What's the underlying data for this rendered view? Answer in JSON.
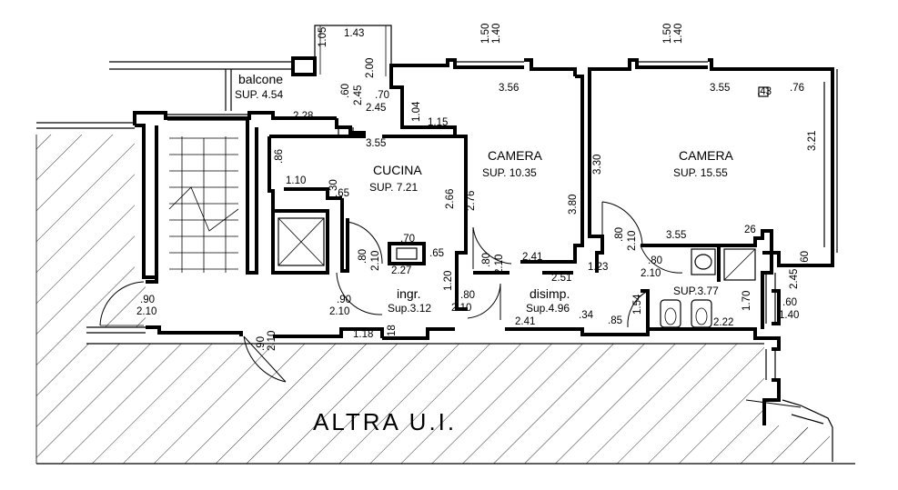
{
  "rooms": {
    "balcone": {
      "name": "balcone",
      "area": "SUP. 4.54"
    },
    "cucina": {
      "name": "CUCINA",
      "area": "SUP. 7.21"
    },
    "camera1": {
      "name": "CAMERA",
      "area": "SUP. 10.35"
    },
    "camera2": {
      "name": "CAMERA",
      "area": "SUP. 15.55"
    },
    "ingresso": {
      "name": "ingr.",
      "area": "Sup.3.12"
    },
    "disimpegno": {
      "name": "disimp.",
      "area": "Sup.4.96"
    },
    "bagno": {
      "name": "",
      "area": "SUP.3.77"
    }
  },
  "other_unit": "ALTRA U.I.",
  "dimensions": {
    "d_105": "1.05",
    "d_143": "1.43",
    "d_200": "2.00",
    "d_060a": ".60",
    "d_245a": "2.45",
    "d_070a": ".70",
    "d_245b": "2.45",
    "d_104": "1.04",
    "d_228": "2.28",
    "d_115": "1.15",
    "d_355a": "3.55",
    "d_086": ".86",
    "d_110": "1.10",
    "d_030": "30",
    "d_065a": ".65",
    "d_266": "2.66",
    "d_276": "2.76",
    "d_150a": "1.50",
    "d_140a": "1.40",
    "d_356": "3.56",
    "d_150b": "1.50",
    "d_140b": "1.40",
    "d_355b": "3.55",
    "d_043": ".43",
    "d_076": ".76",
    "d_321": "3.21",
    "d_330": "3.30",
    "d_380": "3.80",
    "d_241a": "2.41",
    "d_251": "2.51",
    "d_123": "1.23",
    "d_070b": ".70",
    "d_065b": ".65",
    "d_227": "2.27",
    "d_080a": ".80",
    "d_210a": "2.10",
    "d_120": "1.20",
    "d_080b": ".80",
    "d_210b": "2.10",
    "d_080c": ".80",
    "d_210c": "2.10",
    "d_080d": ".80",
    "d_210d": "2.10",
    "d_080e": ".80",
    "d_210e": "2.10",
    "d_355c": "3.55",
    "d_026": "26",
    "d_060b": ".60",
    "d_245c": "2.45",
    "d_170": "1.70",
    "d_060c": ".60",
    "d_140c": "1.40",
    "d_154": "1.54",
    "d_222": "2.22",
    "d_034": ".34",
    "d_085": ".85",
    "d_241b": "2.41",
    "d_090a": ".90",
    "d_210f": "2.10",
    "d_090b": ".90",
    "d_210g": "2.10",
    "d_118": "1.18",
    "d_018": "18",
    "d_090c": ".90",
    "d_210h": "2.10"
  }
}
